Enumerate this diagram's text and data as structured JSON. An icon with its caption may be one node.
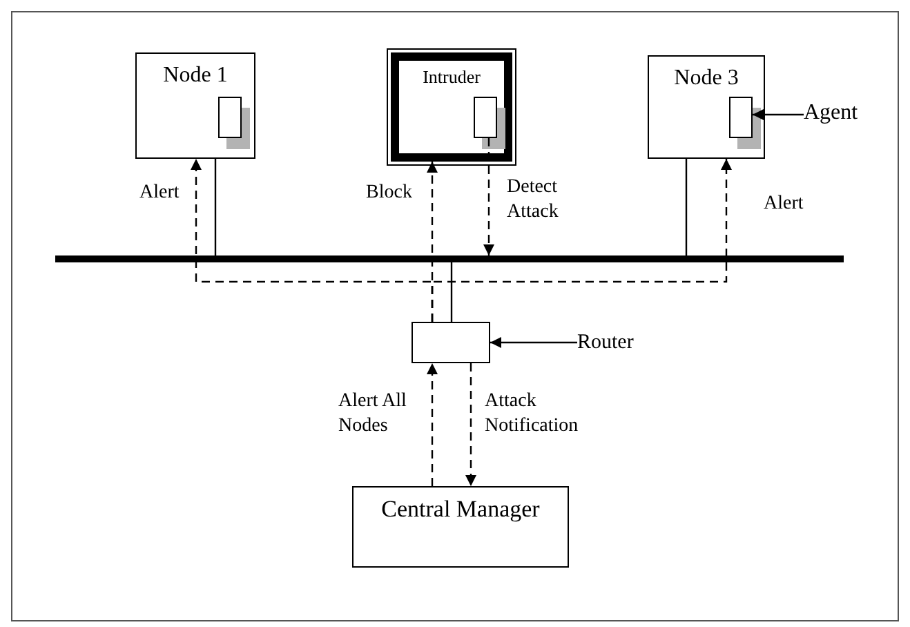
{
  "diagram": {
    "nodes": [
      {
        "text": [
          "Node 1"
        ]
      },
      {
        "text": [],
        "shape": "box",
        "in": 0
      },
      {
        "text": [
          "Intruder"
        ]
      },
      {
        "text": [],
        "shape": "box",
        "in": 2
      },
      {
        "text": [
          "Node 3"
        ]
      },
      {
        "text": [],
        "shape": "box",
        "in": 4
      },
      {
        "text": [
          "Agent"
        ]
      },
      {
        "text": [],
        "shape": "bar"
      },
      {
        "text": [],
        "shape": "box"
      },
      {
        "text": [
          "Router"
        ]
      },
      {
        "text": [
          "Central Manager"
        ]
      }
    ],
    "edges": [
      {
        "from": 0,
        "to": 7,
        "arrow": "none"
      },
      {
        "from": 4,
        "to": 7,
        "arrow": "none"
      },
      {
        "from": 7,
        "to": 8,
        "arrow": "none"
      },
      {
        "from": 8,
        "to": 0,
        "arrow": "to",
        "label": "Alert",
        "style": "dashed"
      },
      {
        "from": 8,
        "to": 2,
        "arrow": "to",
        "label": "Block",
        "style": "dashed"
      },
      {
        "from": 8,
        "to": 4,
        "arrow": "to",
        "label": "Alert",
        "style": "dashed"
      },
      {
        "from": 3,
        "to": 7,
        "arrow": "to",
        "label": "Detect Attack",
        "style": "dashed"
      },
      {
        "from": 10,
        "to": 8,
        "arrow": "to",
        "label": "Alert All Nodes",
        "style": "dashed"
      },
      {
        "from": 8,
        "to": 10,
        "arrow": "to",
        "label": "Attack Notification",
        "style": "dashed"
      },
      {
        "from": 6,
        "to": 5,
        "arrow": "to"
      },
      {
        "from": 9,
        "to": 8,
        "arrow": "to"
      }
    ]
  }
}
